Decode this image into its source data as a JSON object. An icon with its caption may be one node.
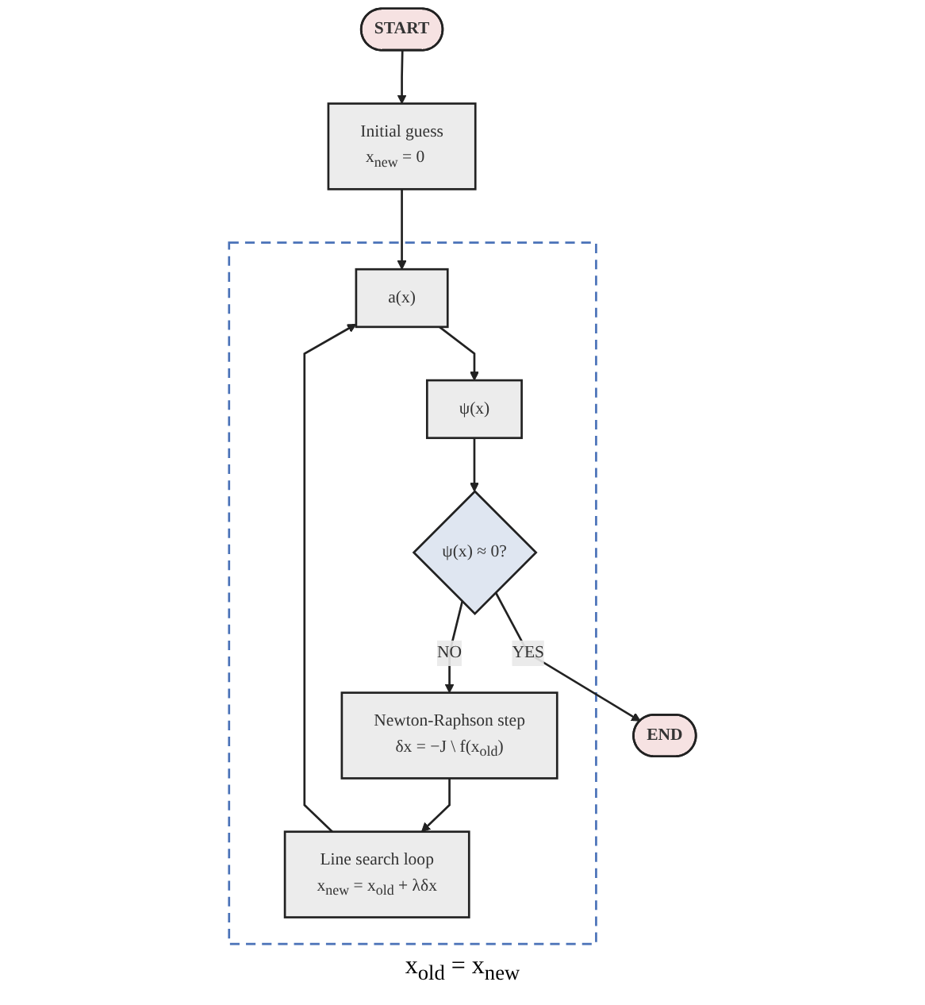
{
  "diagram": {
    "nodes": [
      {
        "text": [
          "START"
        ]
      },
      {
        "text": [
          "Initial guess",
          "x$_{new}$ = 0⃗"
        ]
      },
      {
        "text": [],
        "shape": "box"
      },
      {
        "text": [
          "a(x)"
        ],
        "in": 2
      },
      {
        "text": [
          "ψ(x)"
        ],
        "in": 2
      },
      {
        "text": [
          "ψ(x) ≈ 0?"
        ],
        "in": 2
      },
      {
        "text": [
          "Newton-Raphson step",
          "δx = −J \\ f(x$_{old}$)"
        ],
        "in": 2
      },
      {
        "text": [
          "Line search loop",
          "x$_{new}$ = x$_{old}$ + λδx"
        ],
        "in": 2
      },
      {
        "text": [
          "END"
        ]
      }
    ],
    "edges": [
      {
        "from": 0,
        "to": 1,
        "arrow": "to"
      },
      {
        "from": 1,
        "to": 3,
        "arrow": "to"
      },
      {
        "from": 3,
        "to": 4,
        "arrow": "to"
      },
      {
        "from": 4,
        "to": 5,
        "arrow": "to"
      },
      {
        "from": 5,
        "to": 6,
        "arrow": "to",
        "label": "NO"
      },
      {
        "from": 6,
        "to": 7,
        "arrow": "to"
      },
      {
        "from": 7,
        "to": 3,
        "arrow": "to"
      },
      {
        "from": 5,
        "to": 8,
        "arrow": "to",
        "label": "YES"
      }
    ],
    "labels": [
      "x$_{old}$ = x$_{new}$"
    ]
  }
}
